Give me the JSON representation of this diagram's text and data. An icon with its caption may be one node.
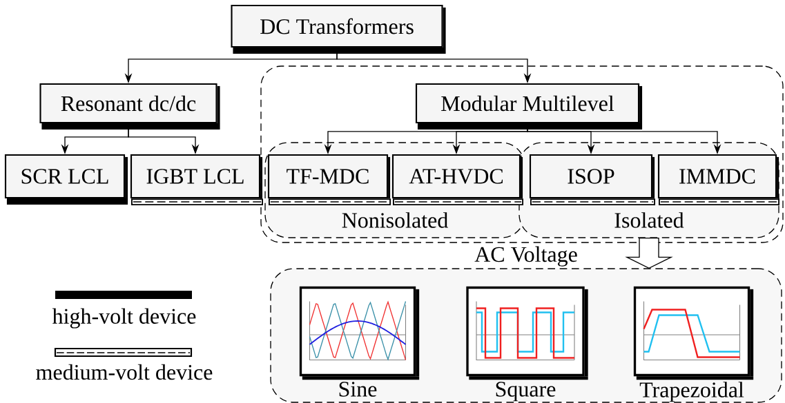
{
  "diagram": {
    "nodes": [
      {
        "text": [
          "DC Transformers"
        ]
      },
      {
        "text": [
          "Resonant dc/dc"
        ]
      },
      {
        "text": [],
        "shape": "box"
      },
      {
        "text": [
          "Modular Multilevel"
        ],
        "in": 2
      },
      {
        "text": [
          "SCR LCL"
        ]
      },
      {
        "text": [
          "IGBT LCL"
        ]
      },
      {
        "text": [
          "Nonisolated"
        ],
        "in": 2
      },
      {
        "text": [
          "TF-MDC"
        ],
        "in": 6
      },
      {
        "text": [
          "AT-HVDC"
        ],
        "in": 6
      },
      {
        "text": [
          "Isolated"
        ],
        "in": 2
      },
      {
        "text": [
          "ISOP"
        ],
        "in": 9
      },
      {
        "text": [
          "IMMDC"
        ],
        "in": 9
      },
      {
        "text": [
          "AC Voltage"
        ]
      },
      {
        "text": [],
        "shape": "picture",
        "beside": [
          "Sine"
        ],
        "in": 12
      },
      {
        "text": [],
        "shape": "picture",
        "beside": [
          "Square"
        ],
        "in": 12
      },
      {
        "text": [],
        "shape": "picture",
        "beside": [
          "Trapezoidal"
        ],
        "in": 12
      }
    ],
    "edges": [
      {
        "from": 0,
        "to": 1,
        "arrow": "to"
      },
      {
        "from": 0,
        "to": 3,
        "arrow": "to"
      },
      {
        "from": 1,
        "to": 4,
        "arrow": "to"
      },
      {
        "from": 1,
        "to": 5,
        "arrow": "to"
      },
      {
        "from": 3,
        "to": 7,
        "arrow": "to"
      },
      {
        "from": 3,
        "to": 8,
        "arrow": "to"
      },
      {
        "from": 3,
        "to": 10,
        "arrow": "to"
      },
      {
        "from": 3,
        "to": 11,
        "arrow": "to"
      },
      {
        "from": 9,
        "to": 12,
        "arrow": "to",
        "style": "thick"
      }
    ],
    "legend": [
      {
        "text": "high-volt device"
      },
      {
        "text": "medium-volt device"
      }
    ]
  }
}
